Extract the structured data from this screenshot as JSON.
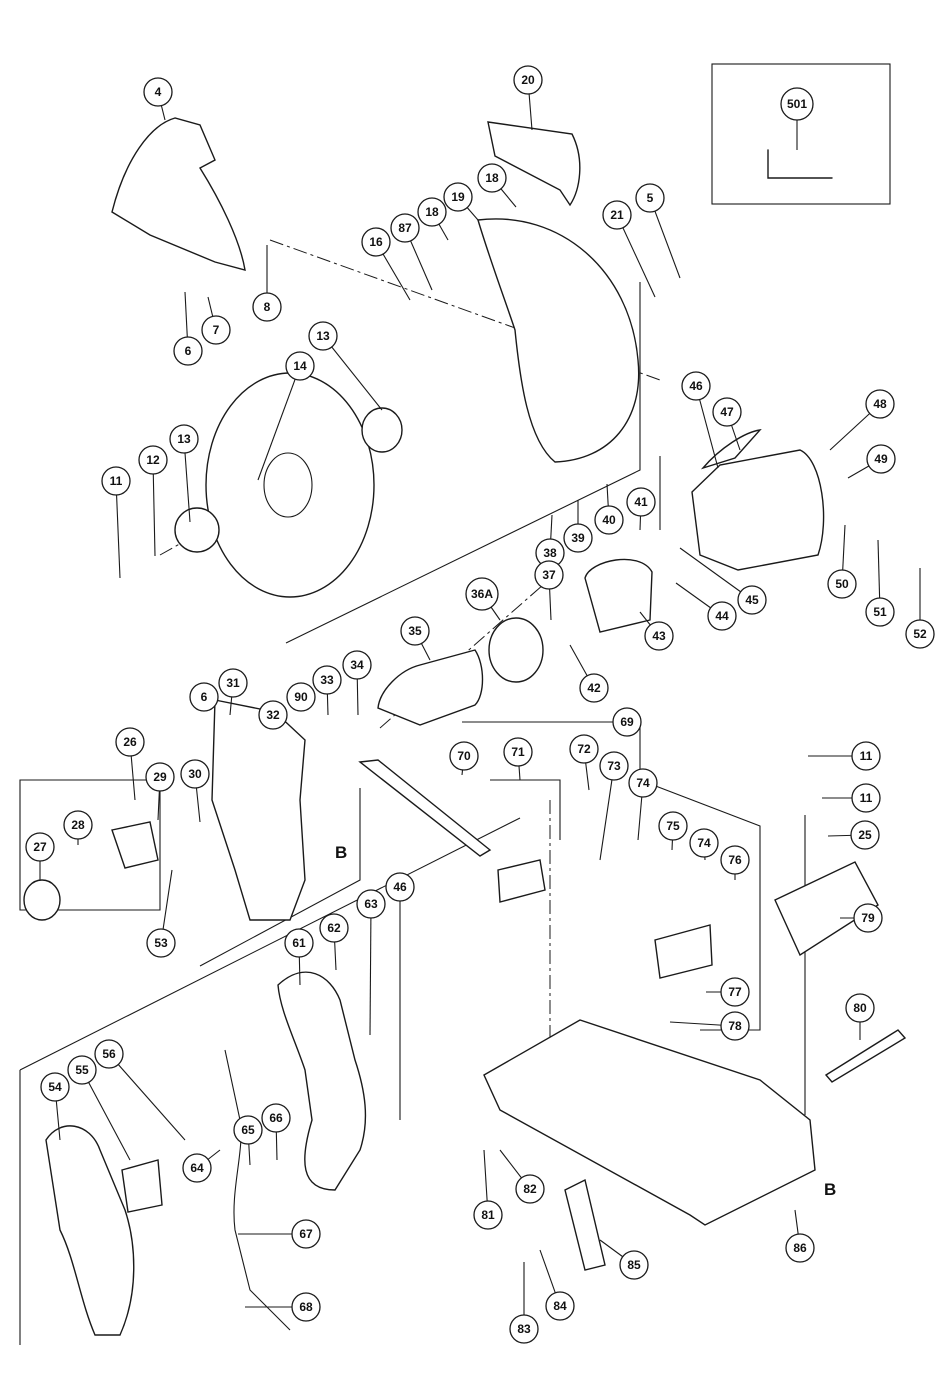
{
  "diagram": {
    "part_labels": [
      "4",
      "20",
      "501",
      "18",
      "18",
      "19",
      "16",
      "87",
      "21",
      "5",
      "8",
      "6",
      "7",
      "13",
      "14",
      "46",
      "47",
      "48",
      "49",
      "11",
      "12",
      "13",
      "41",
      "39",
      "40",
      "38",
      "37",
      "36A",
      "45",
      "44",
      "43",
      "50",
      "51",
      "52",
      "35",
      "42",
      "6",
      "31",
      "90",
      "33",
      "34",
      "32",
      "69",
      "70",
      "71",
      "72",
      "73",
      "74",
      "75",
      "74",
      "76",
      "11",
      "11",
      "25",
      "26",
      "29",
      "30",
      "27",
      "28",
      "53",
      "79",
      "77",
      "78",
      "61",
      "62",
      "63",
      "46",
      "80",
      "56",
      "55",
      "54",
      "65",
      "66",
      "64",
      "67",
      "68",
      "82",
      "81",
      "85",
      "84",
      "83",
      "86"
    ],
    "section_markers": [
      "B",
      "B"
    ]
  }
}
